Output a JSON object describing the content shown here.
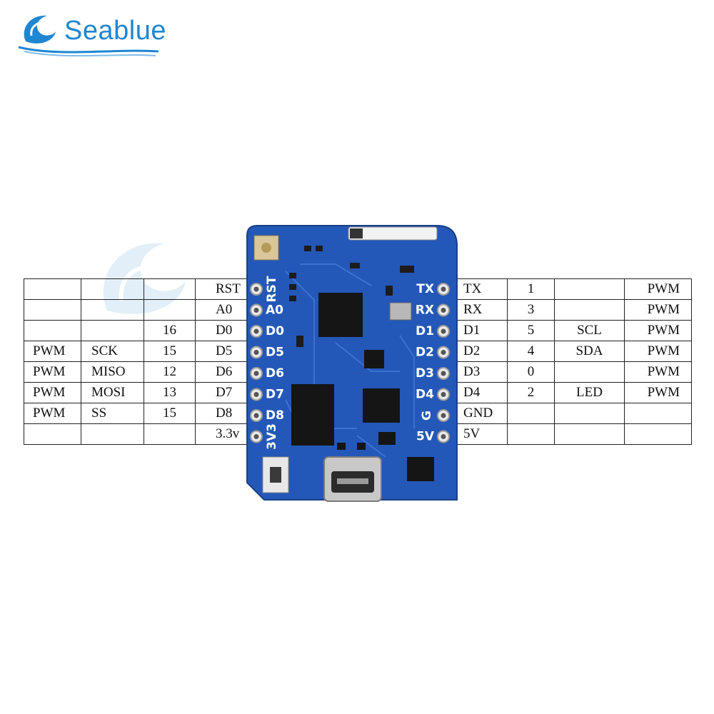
{
  "brand": {
    "name": "Seablue",
    "color": "#1f86d1"
  },
  "board": {
    "color": "#2458b8",
    "silkscreen_left": [
      "RST",
      "A0",
      "D0",
      "D5",
      "D6",
      "D7",
      "D8",
      "3V3"
    ],
    "silkscreen_right": [
      "TX",
      "RX",
      "D1",
      "D2",
      "D3",
      "D4",
      "G",
      "5V"
    ]
  },
  "left_table": {
    "rows": [
      {
        "func1": "",
        "func2": "",
        "gpio": "",
        "pin": "RST"
      },
      {
        "func1": "",
        "func2": "",
        "gpio": "",
        "pin": "A0"
      },
      {
        "func1": "",
        "func2": "",
        "gpio": "16",
        "pin": "D0"
      },
      {
        "func1": "PWM",
        "func2": "SCK",
        "gpio": "15",
        "pin": "D5"
      },
      {
        "func1": "PWM",
        "func2": "MISO",
        "gpio": "12",
        "pin": "D6"
      },
      {
        "func1": "PWM",
        "func2": "MOSI",
        "gpio": "13",
        "pin": "D7"
      },
      {
        "func1": "PWM",
        "func2": "SS",
        "gpio": "15",
        "pin": "D8"
      },
      {
        "func1": "",
        "func2": "",
        "gpio": "",
        "pin": "3.3v"
      }
    ]
  },
  "right_table": {
    "rows": [
      {
        "pin": "TX",
        "gpio": "1",
        "func": "",
        "pwm": "PWM"
      },
      {
        "pin": "RX",
        "gpio": "3",
        "func": "",
        "pwm": "PWM"
      },
      {
        "pin": "D1",
        "gpio": "5",
        "func": "SCL",
        "pwm": "PWM"
      },
      {
        "pin": "D2",
        "gpio": "4",
        "func": "SDA",
        "pwm": "PWM"
      },
      {
        "pin": "D3",
        "gpio": "0",
        "func": "",
        "pwm": "PWM"
      },
      {
        "pin": "D4",
        "gpio": "2",
        "func": "LED",
        "pwm": "PWM"
      },
      {
        "pin": "GND",
        "gpio": "",
        "func": "",
        "pwm": ""
      },
      {
        "pin": "5V",
        "gpio": "",
        "func": "",
        "pwm": ""
      }
    ]
  }
}
